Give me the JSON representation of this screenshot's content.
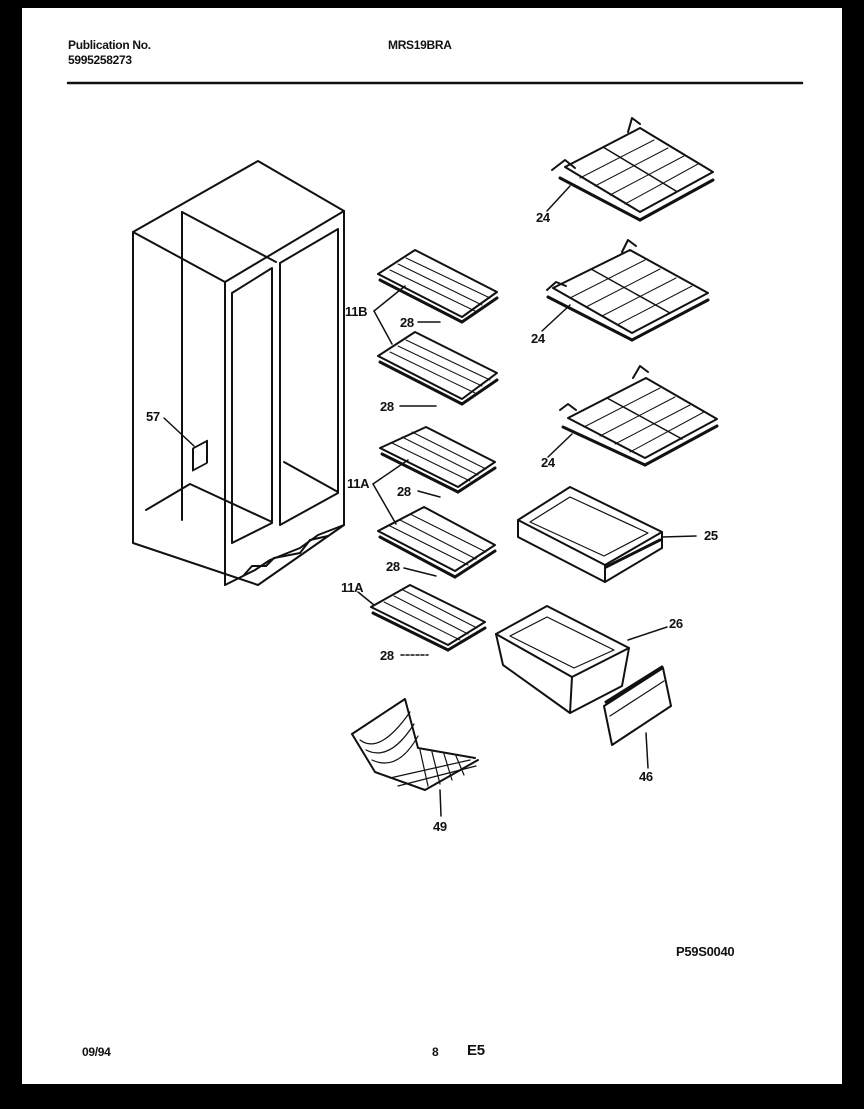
{
  "header": {
    "publication_label": "Publication No.",
    "publication_number": "5995258273",
    "model": "MRS19BRA"
  },
  "callouts": [
    {
      "id": "57",
      "text": "57"
    },
    {
      "id": "11B",
      "text": "11B"
    },
    {
      "id": "28a",
      "text": "28"
    },
    {
      "id": "28b",
      "text": "28"
    },
    {
      "id": "11A-top",
      "text": "11A"
    },
    {
      "id": "28c",
      "text": "28"
    },
    {
      "id": "28d",
      "text": "28"
    },
    {
      "id": "11A-bottom",
      "text": "11A"
    },
    {
      "id": "28e",
      "text": "28"
    },
    {
      "id": "24a",
      "text": "24"
    },
    {
      "id": "24b",
      "text": "24"
    },
    {
      "id": "24c",
      "text": "24"
    },
    {
      "id": "25",
      "text": "25"
    },
    {
      "id": "26",
      "text": "26"
    },
    {
      "id": "46",
      "text": "46"
    },
    {
      "id": "49",
      "text": "49"
    }
  ],
  "footer": {
    "diagram_code": "P59S0040",
    "date": "09/94",
    "page": "8",
    "section": "E5"
  }
}
